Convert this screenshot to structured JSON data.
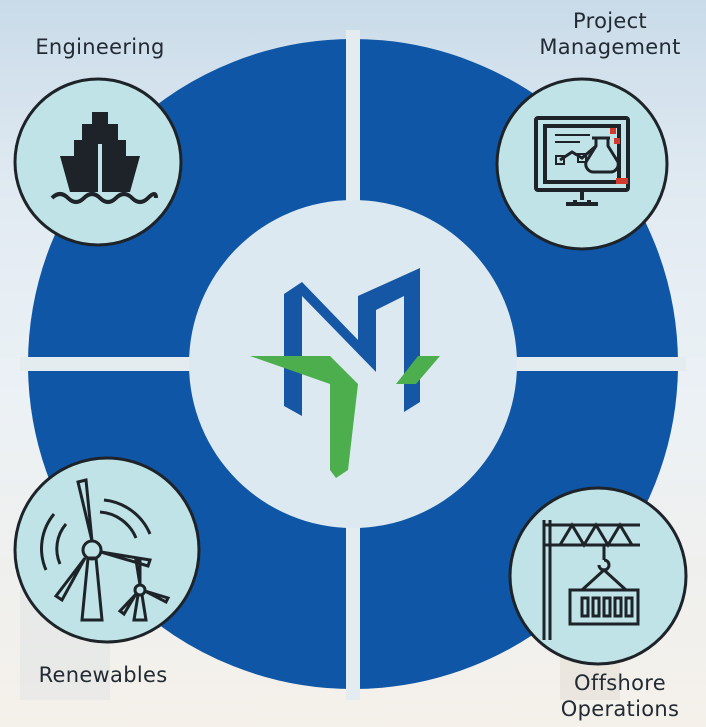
{
  "colors": {
    "ring": "#0f56a6",
    "inner_circle": "#dde9f1",
    "icon_circle_fill": "#bfe3e6",
    "icon_stroke": "#1d2328",
    "logo_blue": "#1557a5",
    "logo_green": "#4cae4c",
    "accent_red": "#d33b2f"
  },
  "segments": [
    {
      "id": "engineering",
      "label_lines": [
        "Engineering"
      ],
      "icon": "ship-icon"
    },
    {
      "id": "project-management",
      "label_lines": [
        "Project",
        "Management"
      ],
      "icon": "computer-monitor-icon"
    },
    {
      "id": "renewables",
      "label_lines": [
        "Renewables"
      ],
      "icon": "wind-turbine-icon"
    },
    {
      "id": "offshore-operations",
      "label_lines": [
        "Offshore",
        "Operations"
      ],
      "icon": "crane-container-icon"
    }
  ],
  "center": {
    "logo": "company-logo-mt"
  }
}
